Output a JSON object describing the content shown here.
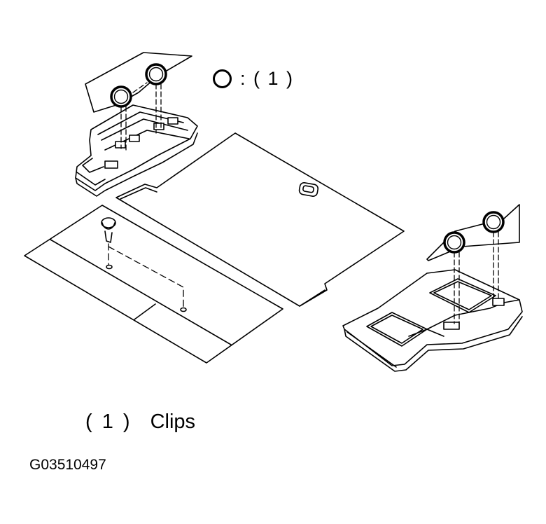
{
  "legend": {
    "symbol": "clip-circle-icon",
    "text": ": ( 1 )"
  },
  "caption": {
    "number": "( 1 )",
    "label": "Clips"
  },
  "figure_id": "G03510497"
}
